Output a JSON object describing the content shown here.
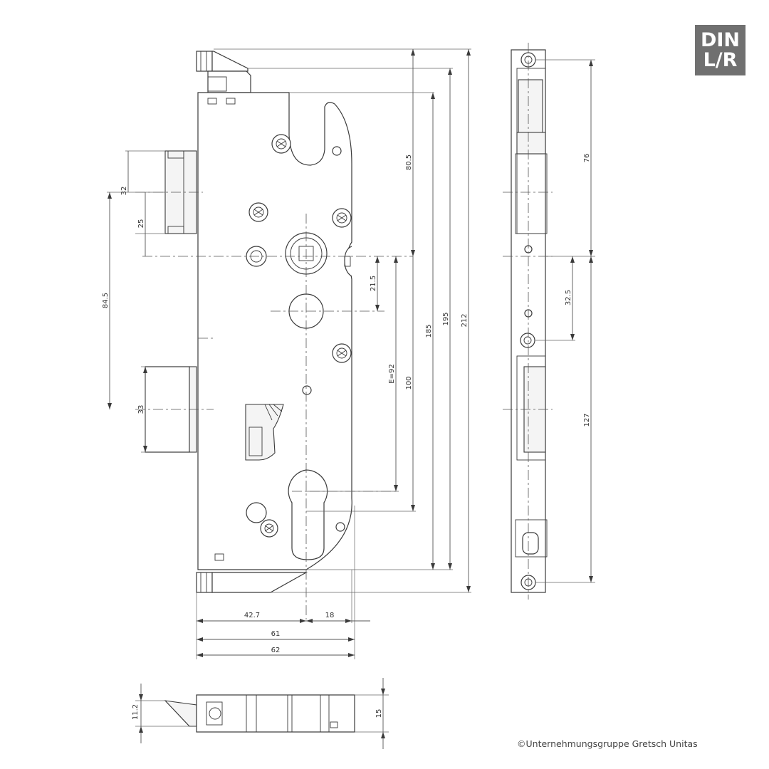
{
  "badge": {
    "line1": "DIN",
    "line2": "L/R"
  },
  "copyright": "©Unternehmungsgruppe Gretsch Unitas",
  "dimensions": {
    "d80_5": "80.5",
    "d185": "185",
    "d195": "195",
    "d212": "212",
    "d21_5": "21.5",
    "dE92": "E=92",
    "d100": "100",
    "d32": "32",
    "d25": "25",
    "d84_5": "84.5",
    "d33": "33",
    "d42_7": "42.7",
    "d18": "18",
    "d61": "61",
    "d62": "62",
    "d76": "76",
    "d32_5": "32.5",
    "d127": "127",
    "d11_2": "11.2",
    "d15": "15"
  },
  "colors": {
    "line": "#3a3a3a",
    "badge": "#707070",
    "background": "#ffffff"
  }
}
